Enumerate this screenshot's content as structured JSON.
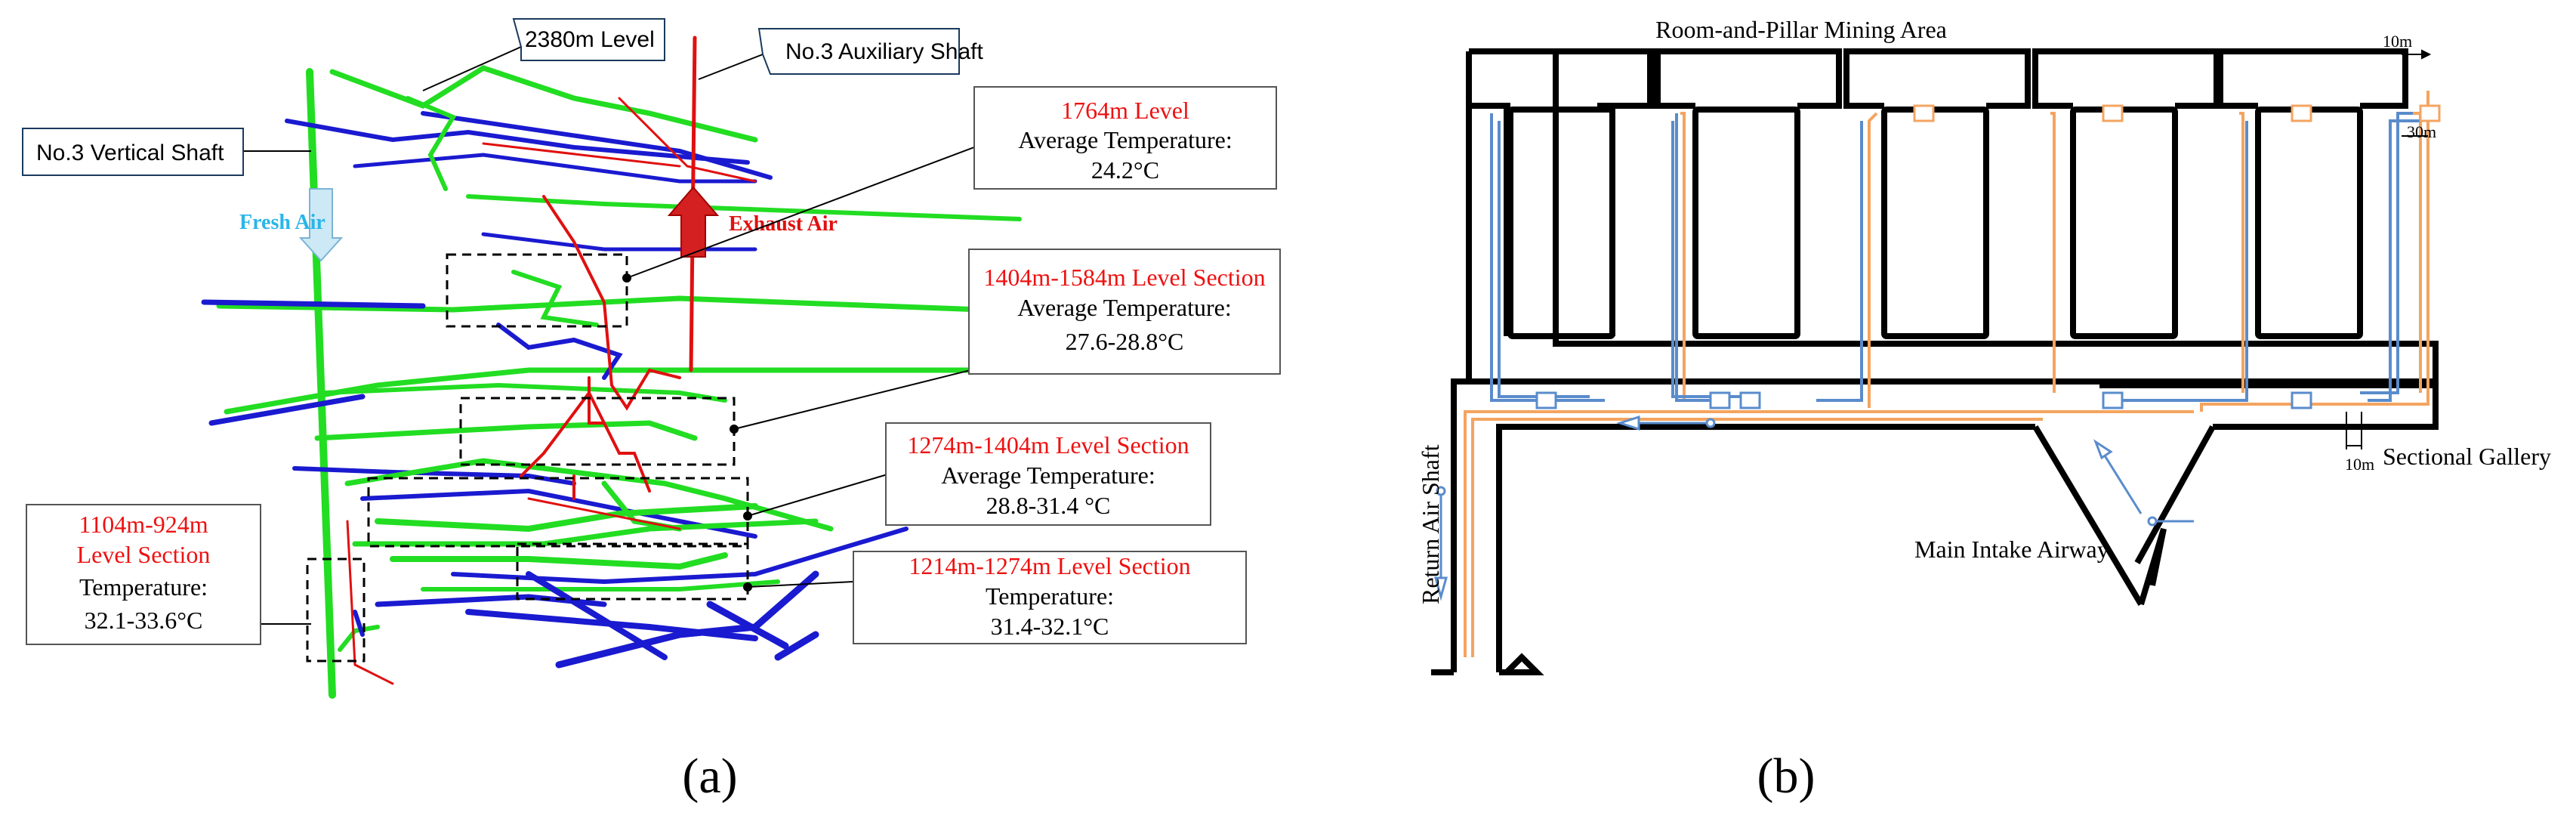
{
  "panel_a": {
    "caption": "(a)",
    "callouts": {
      "level_2380": "2380m Level",
      "aux_shaft": "No.3 Auxiliary Shaft",
      "vertical_shaft": "No.3 Vertical Shaft",
      "fresh_air": "Fresh Air",
      "exhaust_air": "Exhaust Air"
    },
    "boxes": [
      {
        "title": "1764m Level",
        "line1": "Average Temperature:",
        "line2": "24.2°C"
      },
      {
        "title": "1404m-1584m Level Section",
        "line1": "Average Temperature:",
        "line2": "27.6-28.8°C"
      },
      {
        "title": "1274m-1404m Level Section",
        "line1": "Average Temperature:",
        "line2": "28.8-31.4 °C"
      },
      {
        "title": "1214m-1274m Level Section",
        "line1": "Temperature:",
        "line2": "31.4-32.1°C"
      },
      {
        "title": "1104m-924m",
        "title2": "Level Section",
        "line1": "Temperature:",
        "line2": "32.1-33.6°C"
      }
    ]
  },
  "panel_b": {
    "caption": "(b)",
    "labels": {
      "mining_area": "Room-and-Pillar Mining Area",
      "dim_top": "10m",
      "dim_side": "30m",
      "dim_bottom": "10m",
      "sectional_gallery": "Sectional Gallery",
      "main_intake": "Main Intake Airway",
      "return_shaft": "Return Air Shaft"
    }
  },
  "colors": {
    "green": "#22dd22",
    "blue": "#1a1ad0",
    "red": "#e01010",
    "title_red": "#ee1111",
    "fresh_air": "#29b6e8",
    "orange": "#f4a460",
    "steel_blue": "#5a8ccc"
  }
}
